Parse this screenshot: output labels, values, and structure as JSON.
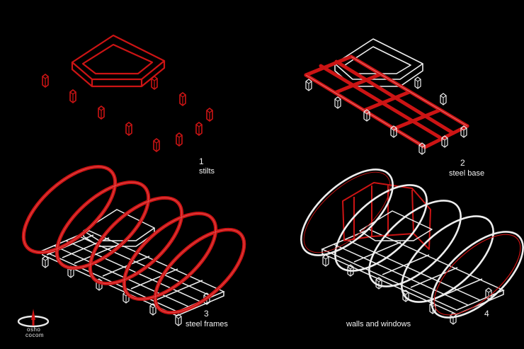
{
  "colors": {
    "red": "#cc1414",
    "white": "#f0f0f0",
    "background": "#000000"
  },
  "steps": [
    {
      "number": "1",
      "label": "stilts"
    },
    {
      "number": "2",
      "label": "steel base"
    },
    {
      "number": "3",
      "label": "steel frames"
    },
    {
      "number": "4",
      "label": "walls and windows"
    }
  ],
  "logo": {
    "line1": "osho",
    "line2": "cocom",
    "icon": "osho-cocom-logo-icon"
  }
}
